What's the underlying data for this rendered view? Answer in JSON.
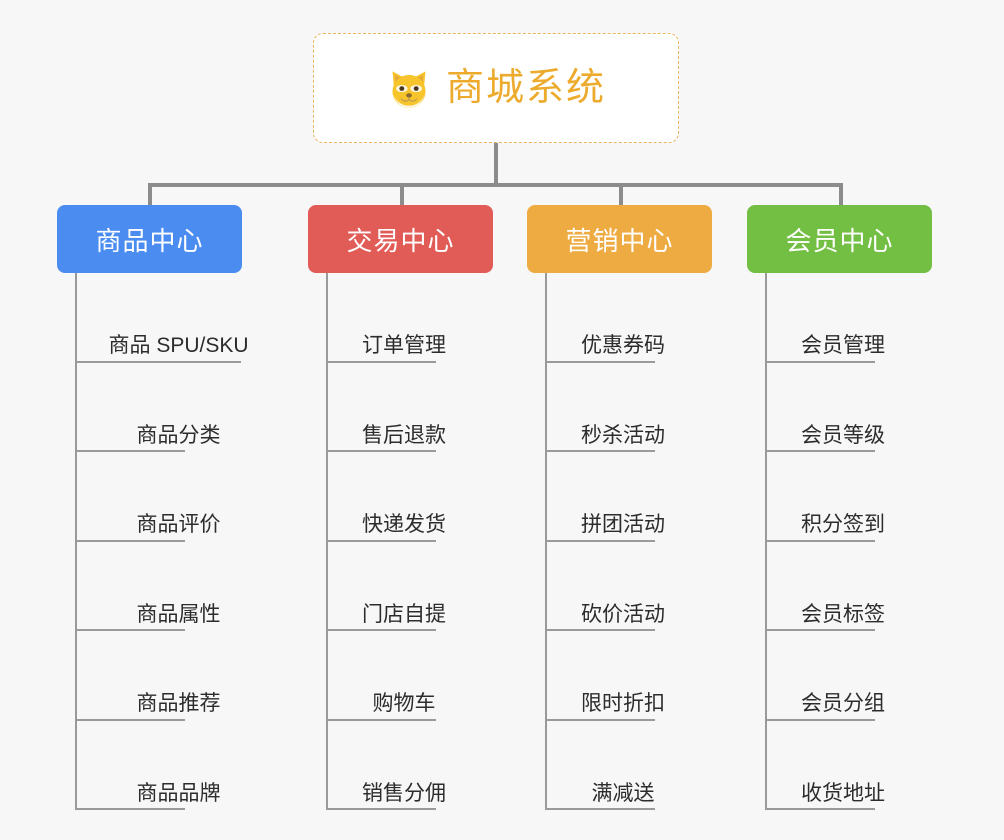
{
  "diagram": {
    "type": "org-chart",
    "background_color": "#f7f7f7",
    "connector_color": "#8c8c8c",
    "root": {
      "title": "商城系统",
      "icon": "shiba-dog-face-icon",
      "text_color": "#edab2e",
      "border_color": "#e8b55e",
      "background_color": "#ffffff"
    },
    "branches": [
      {
        "label": "商品中心",
        "color": "#4a8cf0",
        "items": [
          "商品 SPU/SKU",
          "商品分类",
          "商品评价",
          "商品属性",
          "商品推荐",
          "商品品牌"
        ]
      },
      {
        "label": "交易中心",
        "color": "#e15b57",
        "items": [
          "订单管理",
          "售后退款",
          "快递发货",
          "门店自提",
          "购物车",
          "销售分佣"
        ]
      },
      {
        "label": "营销中心",
        "color": "#eeab42",
        "items": [
          "优惠券码",
          "秒杀活动",
          "拼团活动",
          "砍价活动",
          "限时折扣",
          "满减送"
        ]
      },
      {
        "label": "会员中心",
        "color": "#72bf44",
        "items": [
          "会员管理",
          "会员等级",
          "积分签到",
          "会员标签",
          "会员分组",
          "收货地址"
        ]
      }
    ]
  }
}
